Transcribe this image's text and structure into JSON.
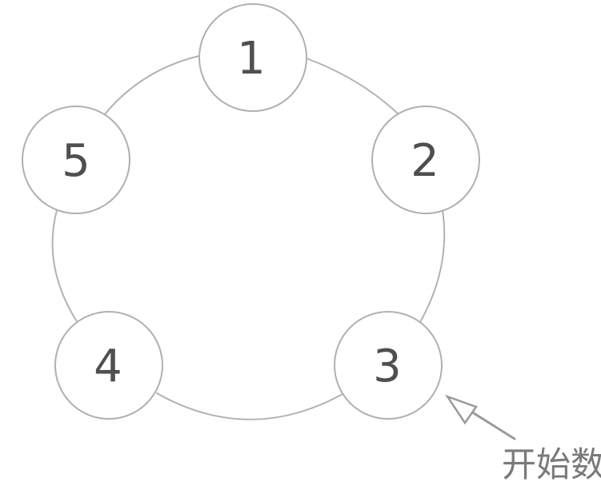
{
  "diagram": {
    "type": "circle-ring-diagram",
    "nodes": [
      {
        "label": "1"
      },
      {
        "label": "2"
      },
      {
        "label": "3"
      },
      {
        "label": "4"
      },
      {
        "label": "5"
      }
    ],
    "annotation": {
      "label": "开始数",
      "target_node": "3"
    },
    "colors": {
      "background": "#ffffff",
      "circle_stroke": "#b0b0b0",
      "connector_stroke": "#b2b2b2",
      "number_text": "#4f4f4f",
      "arrow": "#9a9a9a",
      "annotation_text": "#7a7a7a"
    }
  }
}
